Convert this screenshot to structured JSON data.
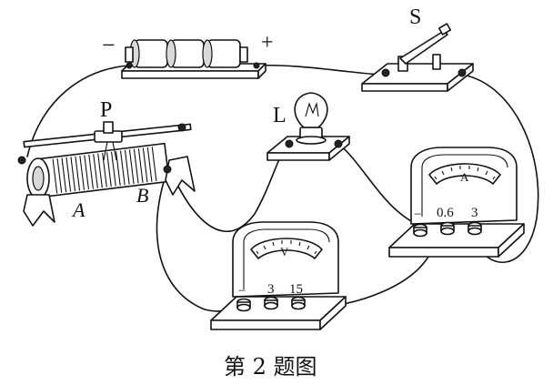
{
  "labels": {
    "battery_minus": "−",
    "battery_plus": "+",
    "switch": "S",
    "slider": "P",
    "bulb": "L",
    "rheostat_end_a": "A",
    "rheostat_end_b": "B"
  },
  "voltmeter": {
    "dial_symbol": "V",
    "terminals": [
      "−",
      "3",
      "15"
    ]
  },
  "ammeter": {
    "dial_symbol": "A",
    "terminals": [
      "−",
      "0.6",
      "3"
    ]
  },
  "caption": "第 2 题图"
}
